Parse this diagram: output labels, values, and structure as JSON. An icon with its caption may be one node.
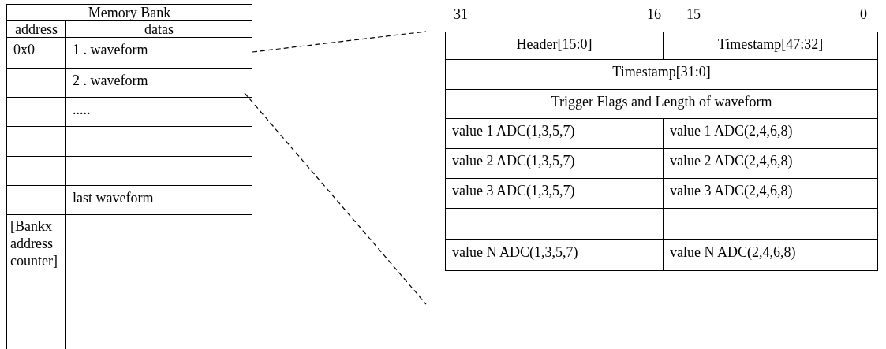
{
  "diagram": {
    "nodes": [
      {
        "text": [
          "1 . waveform"
        ]
      },
      {
        "text": [
          "2 . waveform"
        ]
      }
    ],
    "edges": [
      {
        "from": 0,
        "to": null,
        "arrow": "none",
        "style": "dashed"
      },
      {
        "from": 1,
        "to": null,
        "arrow": "none",
        "style": "dashed"
      }
    ],
    "labels": [
      "Memory Bank",
      "address",
      "datas",
      "0x0",
      ".....",
      "last waveform",
      "[Bankx address counter]",
      "31",
      "16",
      "15",
      "0",
      "Header[15:0]",
      "Timestamp[47:32]",
      "Timestamp[31:0]",
      "Trigger Flags and Length of waveform",
      "value 1 ADC(1,3,5,7)",
      "value 1 ADC(2,4,6,8)",
      "value 2 ADC(1,3,5,7)",
      "value 2 ADC(2,4,6,8)",
      "value 3 ADC(1,3,5,7)",
      "value 3 ADC(2,4,6,8)",
      "value N ADC(1,3,5,7)",
      "value N ADC(2,4,6,8)"
    ]
  }
}
